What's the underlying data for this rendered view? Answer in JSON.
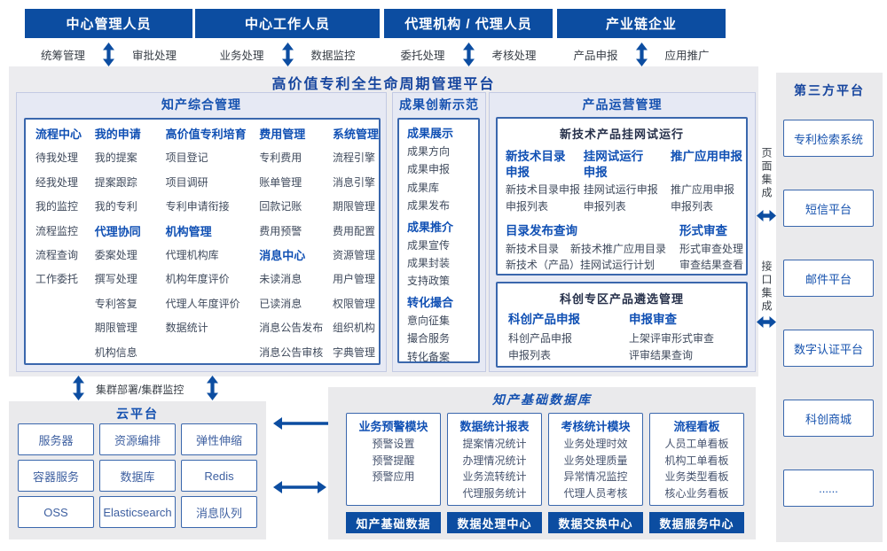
{
  "title": "高价值专利全生命周期管理平台",
  "roles": [
    {
      "name": "中心管理人员",
      "left": "统筹管理",
      "right": "审批处理"
    },
    {
      "name": "中心工作人员",
      "left": "业务处理",
      "right": "数据监控"
    },
    {
      "name": "代理机构 / 代理人员",
      "left": "委托处理",
      "right": "考核处理"
    },
    {
      "name": "产业链企业",
      "left": "产品申报",
      "right": "应用推广"
    }
  ],
  "integration": {
    "page": "页面集成",
    "api": "接口集成"
  },
  "cluster_label": "集群部署/集群监控",
  "sections": {
    "ip": {
      "title": "知产综合管理",
      "cols": [
        {
          "groups": [
            {
              "h": "流程中心",
              "items": [
                "待我处理",
                "经我处理",
                "我的监控",
                "流程监控",
                "流程查询",
                "工作委托"
              ]
            }
          ]
        },
        {
          "groups": [
            {
              "h": "我的申请",
              "items": [
                "我的提案",
                "提案跟踪",
                "我的专利"
              ]
            },
            {
              "h": "代理协同",
              "items": [
                "委案处理",
                "撰写处理",
                "专利答复",
                "期限管理",
                "机构信息"
              ]
            }
          ]
        },
        {
          "groups": [
            {
              "h": "高价值专利培育",
              "items": [
                "项目登记",
                "项目调研",
                "专利申请衔接"
              ]
            },
            {
              "h": "机构管理",
              "items": [
                "代理机构库",
                "机构年度评价",
                "代理人年度评价",
                "数据统计"
              ]
            }
          ]
        },
        {
          "groups": [
            {
              "h": "费用管理",
              "items": [
                "专利费用",
                "账单管理",
                "回款记账",
                "费用预警"
              ]
            },
            {
              "h": "消息中心",
              "items": [
                "未读消息",
                "已读消息",
                "消息公告发布",
                "消息公告审核"
              ]
            }
          ]
        },
        {
          "groups": [
            {
              "h": "系统管理",
              "items": [
                "流程引擎",
                "消息引擎",
                "期限管理",
                "费用配置",
                "资源管理",
                "用户管理",
                "权限管理",
                "组织机构",
                "字典管理"
              ]
            }
          ]
        }
      ]
    },
    "innovation": {
      "title": "成果创新示范",
      "g1h": "成果展示",
      "g1": [
        "成果方向",
        "成果申报",
        "成果库",
        "成果发布"
      ],
      "g2h": "成果推介",
      "g2": [
        "成果宣传",
        "成果封装",
        "支持政策"
      ],
      "g3h": "转化撮合",
      "g3": [
        "意向征集",
        "撮合服务",
        "转化备案"
      ]
    },
    "ops": {
      "title": "产品运营管理",
      "box1": {
        "title": "新技术产品挂网试运行",
        "c1h": "新技术目录申报",
        "c1": [
          "新技术目录申报",
          "申报列表"
        ],
        "c2h": "挂网试运行申报",
        "c2": [
          "挂网试运行申报",
          "申报列表"
        ],
        "c3h": "推广应用申报",
        "c3": [
          "推广应用申报",
          "申报列表"
        ],
        "g1h": "目录发布查询",
        "g1a": "新技术目录",
        "g1b": "新技术推广应用目录",
        "g1c": "新技术（产品）挂网试运行计划",
        "g2h": "形式审查",
        "g2": [
          "形式审查处理",
          "审查结果查看"
        ]
      },
      "box2": {
        "title": "科创专区产品遴选管理",
        "c1h": "科创产品申报",
        "c1": [
          "科创产品申报",
          "申报列表"
        ],
        "c2h": "申报审查",
        "c2": [
          "上架评审形式审查",
          "评审结果查询"
        ]
      }
    }
  },
  "third_party": {
    "title": "第三方平台",
    "items": [
      "专利检索系统",
      "短信平台",
      "邮件平台",
      "数字认证平台",
      "科创商城",
      "......"
    ]
  },
  "cloud": {
    "title": "云平台",
    "items": [
      "服务器",
      "资源编排",
      "弹性伸缩",
      "容器服务",
      "数据库",
      "Redis",
      "OSS",
      "Elasticsearch",
      "消息队列"
    ]
  },
  "data_platform": {
    "title": "知产基础数据库",
    "modules": [
      {
        "header": "业务预警模块",
        "items": [
          "预警设置",
          "预警提醒",
          "预警应用"
        ],
        "footer": "知产基础数据"
      },
      {
        "header": "数据统计报表",
        "items": [
          "提案情况统计",
          "办理情况统计",
          "业务流转统计",
          "代理服务统计"
        ],
        "footer": "数据处理中心"
      },
      {
        "header": "考核统计模块",
        "items": [
          "业务处理时效",
          "业务处理质量",
          "异常情况监控",
          "代理人员考核"
        ],
        "footer": "数据交换中心"
      },
      {
        "header": "流程看板",
        "items": [
          "人员工单看板",
          "机构工单看板",
          "业务类型看板",
          "核心业务看板"
        ],
        "footer": "数据服务中心"
      }
    ]
  },
  "colors": {
    "dark_blue": "#0c4da1",
    "header_blue": "#1551b0",
    "title_blue": "#16459e",
    "item_text": "#3f4a5c",
    "panel_gray": "#eaeaec",
    "section_bg": "#e6e9f4",
    "box_border": "#3a67ad"
  }
}
